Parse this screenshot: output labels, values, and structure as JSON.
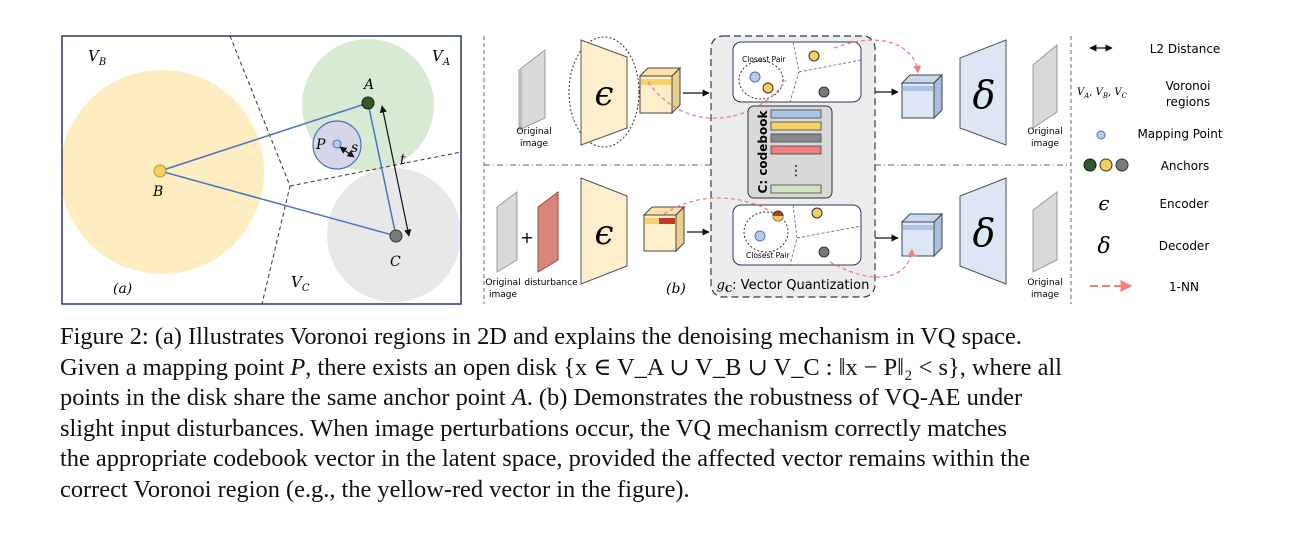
{
  "panel_a": {
    "region_labels": {
      "va": "V",
      "va_sub": "A",
      "vb": "V",
      "vb_sub": "B",
      "vc": "V",
      "vc_sub": "C"
    },
    "points": {
      "a": "A",
      "b": "B",
      "c": "C",
      "p": "P"
    },
    "distance_labels": {
      "s": "s",
      "t": "t"
    },
    "panel_label": "(a)",
    "colors": {
      "region_a": "#d9ead3",
      "region_b": "#fdedc0",
      "region_c": "#e8e8e8",
      "point_a": "#2f5a2a",
      "point_b": "#f5d060",
      "point_c": "#7a7a7a",
      "point_p": "#b9c9e8",
      "triangle": "#4a72c4"
    }
  },
  "panel_b": {
    "top_row": {
      "input_label_line1": "Original",
      "input_label_line2": "image",
      "encoder_symbol": "ϵ",
      "decoder_symbol": "δ",
      "closest_pair": "Closest Pair",
      "output_label_line1": "Original",
      "output_label_line2": "image"
    },
    "bottom_row": {
      "input_label_line1": "Original",
      "input_label_line2": "image",
      "plus": "+",
      "disturbance_label": "disturbance",
      "encoder_symbol": "ϵ",
      "decoder_symbol": "δ",
      "closest_pair": "Closest Pair",
      "output_label_line1": "Original",
      "output_label_line2": "image"
    },
    "codebook_label": "C: codebook",
    "codebook_dots": "⋮",
    "vq_label_prefix": "g",
    "vq_label_sub": "C",
    "vq_label_suffix": ": Vector Quantization",
    "panel_label": "(b)",
    "colors": {
      "encoder": "#fdefcc",
      "decoder": "#dce6f4",
      "codebook_rows": [
        "#a9c4e6",
        "#f7d26a",
        "#8a8a8a",
        "#f08080",
        "#cfe6c6"
      ],
      "vq_box": "#ececec",
      "nn_arrow": "#f08080"
    }
  },
  "legend": {
    "items": [
      {
        "symbol": "↔",
        "label": "L2  Distance"
      },
      {
        "symbol": "V_A, V_B, V_C",
        "label": "Voronoi regions"
      },
      {
        "symbol": "mapping-point",
        "label": "Mapping Point"
      },
      {
        "symbol": "anchors",
        "label": "Anchors"
      },
      {
        "symbol": "ϵ",
        "label": "Encoder"
      },
      {
        "symbol": "δ",
        "label": "Decoder"
      },
      {
        "symbol": "nn-arrow",
        "label": "1-NN"
      }
    ],
    "voronoi_symbol": {
      "v1": "V",
      "s1": "A",
      "v2": "V",
      "s2": "B",
      "v3": "V",
      "s3": "C",
      "sep": ", "
    },
    "voronoi_label_line1": "Voronoi",
    "voronoi_label_line2": "regions"
  },
  "caption": {
    "line1": "Figure 2: (a) Illustrates Voronoi regions in 2D and explains the denoising mechanism in VQ space.",
    "line2_pre": "Given a mapping point ",
    "line2_P": "P",
    "line2_mid": ", there exists an open disk ",
    "line2_math": "{x ∈ V_A ∪ V_B ∪ V_C : ‖x − P‖₂ < s}",
    "line2_post": ", where all",
    "line3_pre": "points in the disk share the same anchor point ",
    "line3_A": "A",
    "line3_post": ". (b) Demonstrates the robustness of VQ-AE under",
    "line4": "slight input disturbances. When image perturbations occur, the VQ mechanism correctly matches",
    "line5": "the appropriate codebook vector in the latent space, provided the affected vector remains within the",
    "line6": "correct Voronoi region (e.g., the yellow-red vector in the figure)."
  }
}
